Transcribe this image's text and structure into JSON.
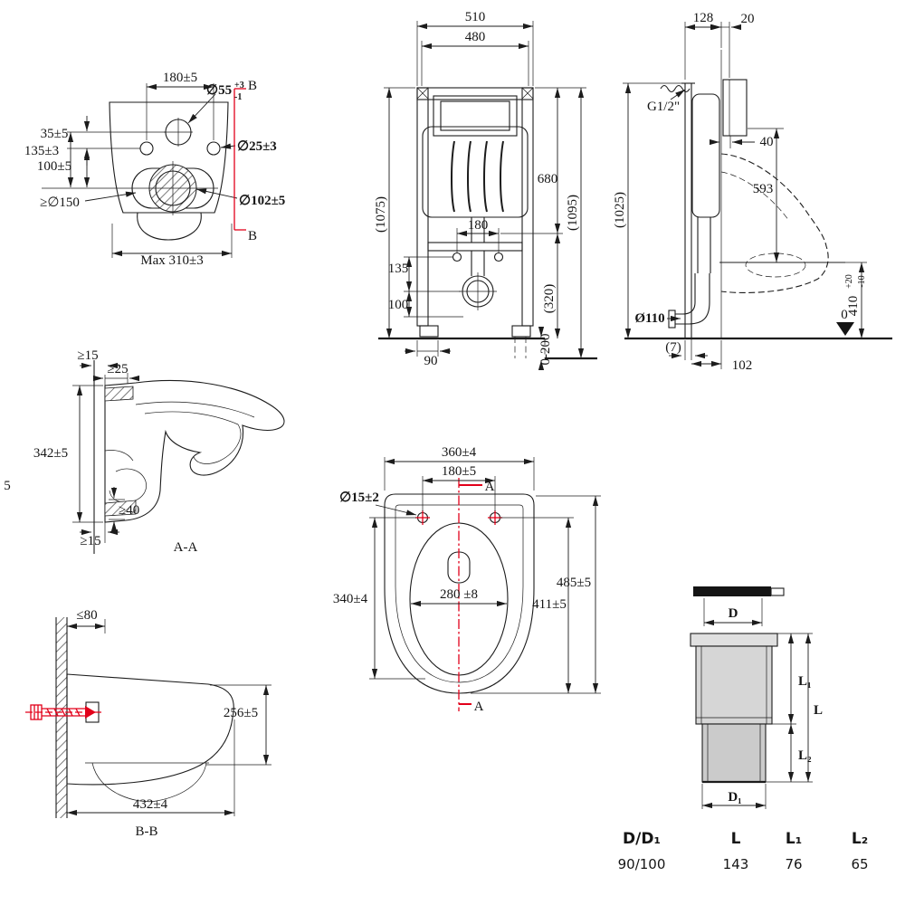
{
  "pan_front": {
    "dim_180": "180±5",
    "section_b": "B",
    "dia55": "∅55",
    "dia55_tol_sup": "+3",
    "dia55_tol_sub": "-1",
    "dim_35": "35±5",
    "dim_135": "135±3",
    "dim_100": "100±5",
    "dia25": "∅25±3",
    "dia150_min": "≥∅150",
    "dia102": "∅102±5",
    "dim_max_310": "Max 310±3"
  },
  "frame_front": {
    "dim_510": "510",
    "dim_480": "480",
    "dim_1075": "(1075)",
    "dim_1095": "(1095)",
    "dim_680": "680",
    "dim_180": "180",
    "dim_135": "135",
    "dim_100": "100",
    "dim_320": "(320)",
    "dim_90": "90",
    "dim_foot_range": "0-200"
  },
  "frame_side": {
    "dim_128": "128",
    "dim_20": "20",
    "water_conn": "G1/2\"",
    "dim_40": "40",
    "dim_593": "593",
    "dim_1025": "(1025)",
    "dia_110": "Ø110",
    "dim_410": "410",
    "dim_410_tol_sup": "+20",
    "dim_410_tol_sub": "-10",
    "datum_zero": "0",
    "dim_7": "(7)",
    "dim_102": "102"
  },
  "section_aa": {
    "dim_wall_15": "≥15",
    "dim_25": "≥25",
    "dim_342": "342±5",
    "dim_40": "≥40",
    "dim_15_bottom": "≥15",
    "title": "A-A",
    "edge_fragment": "5"
  },
  "pan_top": {
    "dim_360": "360±4",
    "dim_180": "180±5",
    "dia_15": "∅15±2",
    "section_a": "A",
    "dim_340": "340±4",
    "dim_280": "280 ±8",
    "dim_485": "485±5",
    "dim_411": "411±5"
  },
  "section_bb": {
    "dim_80": "≤80",
    "dim_256": "256±5",
    "dim_432": "432±4",
    "title": "B-B"
  },
  "pipe": {
    "dim_d": "D",
    "dim_d1": "D₁",
    "dim_l": "L",
    "dim_l1": "L₁",
    "dim_l2": "L₂",
    "table": {
      "headers": [
        "D/D₁",
        "L",
        "L₁",
        "L₂"
      ],
      "values": [
        "90/100",
        "143",
        "76",
        "65"
      ]
    }
  }
}
